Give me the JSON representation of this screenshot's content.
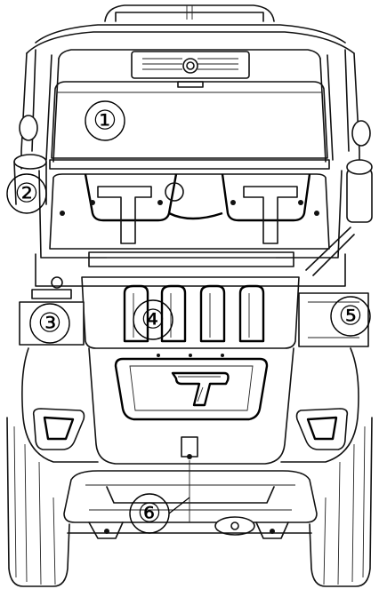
{
  "figure": {
    "subject": "",
    "brand_mark": "T"
  },
  "callouts": [
    {
      "id": "1",
      "label": "①"
    },
    {
      "id": "2",
      "label": "②"
    },
    {
      "id": "3",
      "label": "③"
    },
    {
      "id": "4",
      "label": "④"
    },
    {
      "id": "5",
      "label": "⑤"
    },
    {
      "id": "6",
      "label": "⑥"
    }
  ]
}
